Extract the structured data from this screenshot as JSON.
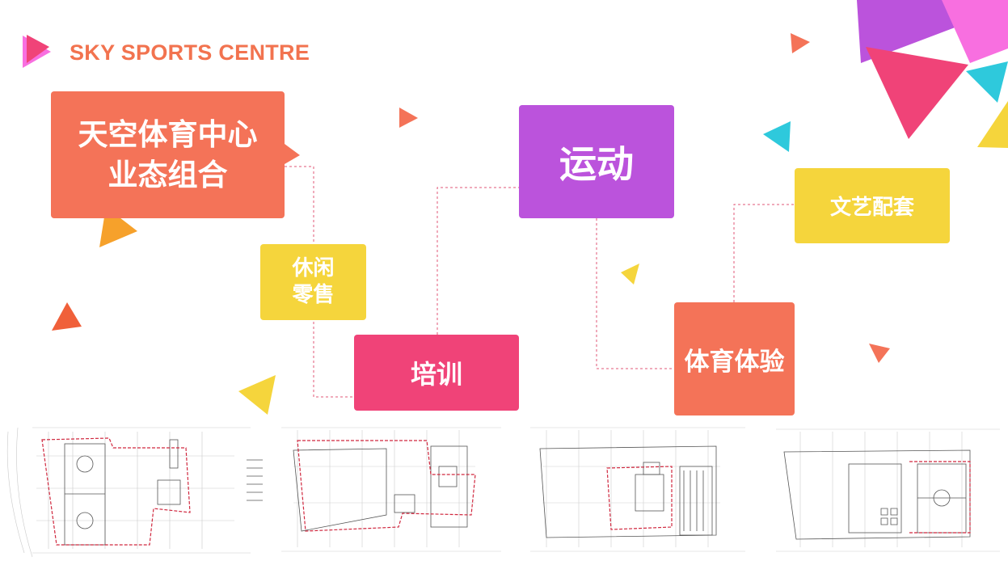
{
  "header": {
    "title": "SKY SPORTS CENTRE"
  },
  "boxes": {
    "main": "天空体育中心\n业态组合",
    "sport": "运动",
    "culture": "文艺配套",
    "leisure": "休闲\n零售",
    "training": "培训",
    "experience": "体育体验"
  },
  "colors": {
    "accent": "#f2734f",
    "coral": "#f47358",
    "purple": "#bb53dc",
    "yellow": "#f5d53c",
    "pink": "#f04378",
    "cyan": "#2ec9dc",
    "orange": "#f6a12b",
    "magenta": "#f86fe0"
  },
  "floor_plans": [
    "floor-plan-1",
    "floor-plan-2",
    "floor-plan-3",
    "floor-plan-4"
  ]
}
